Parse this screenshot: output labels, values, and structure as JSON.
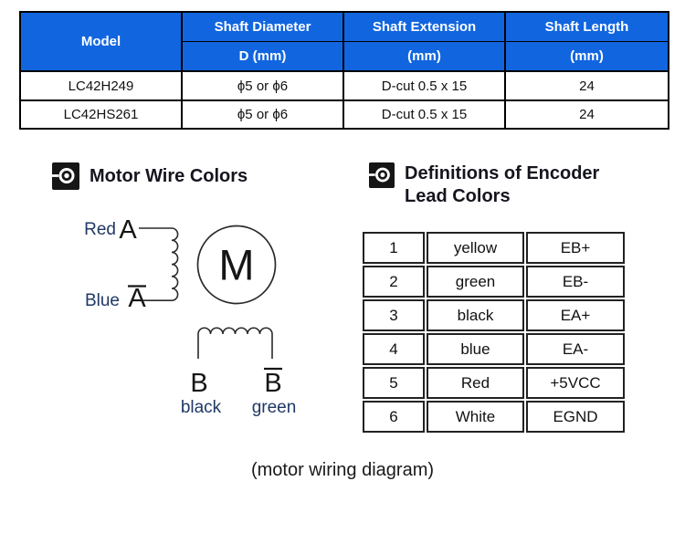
{
  "colors": {
    "table_header_bg": "#1166e0",
    "table_header_text": "#ffffff",
    "diagram_label": "#1f3864",
    "line_stroke": "#2a2a2a"
  },
  "spec_table": {
    "model_header": "Model",
    "columns": [
      {
        "title": "Shaft Diameter",
        "unit": "D (mm)"
      },
      {
        "title": "Shaft Extension",
        "unit": "(mm)"
      },
      {
        "title": "Shaft Length",
        "unit": "(mm)"
      }
    ],
    "rows": [
      {
        "model": "LC42H249",
        "shaft_diameter": "ϕ5 or ϕ6",
        "shaft_extension": "D-cut 0.5 x 15",
        "shaft_length": "24"
      },
      {
        "model": "LC42HS261",
        "shaft_diameter": "ϕ5 or ϕ6",
        "shaft_extension": "D-cut 0.5 x 15",
        "shaft_length": "24"
      }
    ]
  },
  "sections": {
    "motor_wire_colors_title": "Motor Wire Colors",
    "encoder_lead_colors_title": "Definitions of Encoder Lead Colors",
    "bullet_icon": "target-bullet-icon"
  },
  "wiring_diagram": {
    "motor_symbol": "M",
    "phase_a": {
      "lead1": {
        "color_label": "Red",
        "terminal": "A"
      },
      "lead2": {
        "color_label": "Blue",
        "terminal": "A",
        "overline": true
      }
    },
    "phase_b": {
      "lead1": {
        "terminal": "B",
        "color_label": "black"
      },
      "lead2": {
        "terminal": "B",
        "color_label": "green",
        "overline": true
      }
    }
  },
  "encoder_table": {
    "rows": [
      {
        "pin": "1",
        "color": "yellow",
        "signal": "EB+"
      },
      {
        "pin": "2",
        "color": "green",
        "signal": "EB-"
      },
      {
        "pin": "3",
        "color": "black",
        "signal": "EA+"
      },
      {
        "pin": "4",
        "color": "blue",
        "signal": "EA-"
      },
      {
        "pin": "5",
        "color": "Red",
        "signal": "+5VCC"
      },
      {
        "pin": "6",
        "color": "White",
        "signal": "EGND"
      }
    ]
  },
  "caption": "(motor wiring diagram)"
}
